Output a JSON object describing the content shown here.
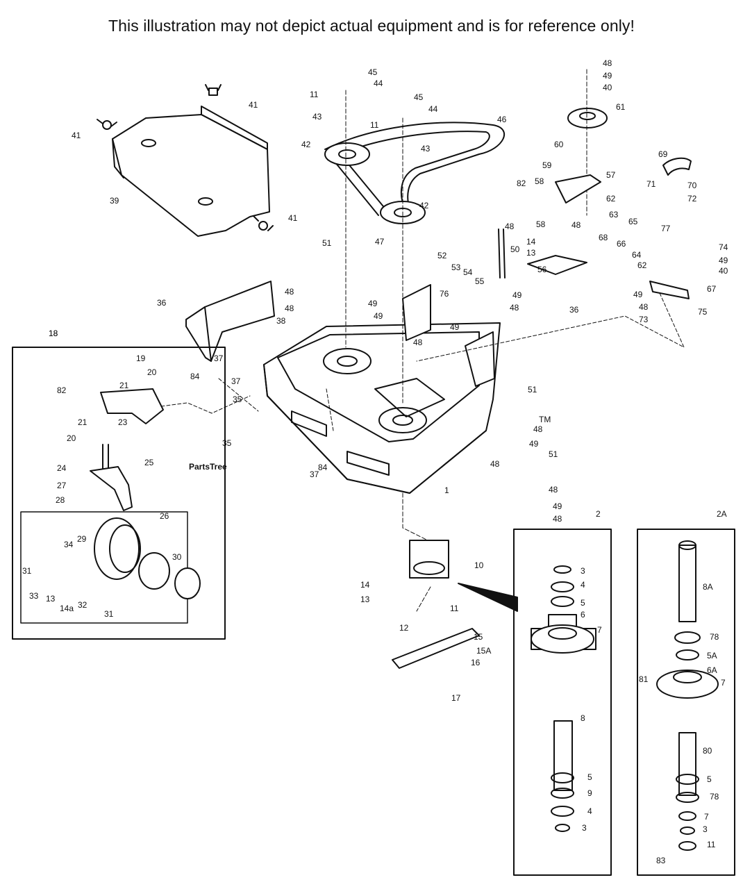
{
  "disclaimer": "This illustration may not depict actual equipment and is for reference only!",
  "watermark": {
    "text": "PartsTree",
    "tm": "TM"
  },
  "insets": {
    "caster": "18",
    "spindle": "2",
    "spindle_alt": "2A"
  },
  "callouts": [
    "41",
    "41",
    "39",
    "41",
    "45",
    "44",
    "11",
    "43",
    "42",
    "45",
    "44",
    "11",
    "43",
    "46",
    "42",
    "48",
    "49",
    "40",
    "61",
    "60",
    "59",
    "57",
    "82",
    "58",
    "62",
    "48",
    "58",
    "69",
    "71",
    "70",
    "72",
    "63",
    "65",
    "77",
    "74",
    "49",
    "40",
    "14",
    "13",
    "56",
    "68",
    "66",
    "64",
    "62",
    "48",
    "50",
    "51",
    "47",
    "52",
    "53",
    "54",
    "55",
    "76",
    "49",
    "48",
    "49",
    "48",
    "49",
    "48",
    "49",
    "48",
    "67",
    "75",
    "49",
    "48",
    "73",
    "36",
    "38",
    "36",
    "37",
    "18",
    "19",
    "20",
    "21",
    "82",
    "84",
    "37",
    "35",
    "23",
    "21",
    "20",
    "35",
    "37",
    "84",
    "1",
    "51",
    "48",
    "49",
    "48",
    "51",
    "48",
    "49",
    "48",
    "24",
    "25",
    "27",
    "28",
    "26",
    "29",
    "30",
    "34",
    "31",
    "33",
    "13",
    "14a",
    "32",
    "31",
    "10",
    "14",
    "13",
    "11",
    "12",
    "15",
    "15A",
    "16",
    "17",
    "3",
    "4",
    "5",
    "6",
    "7",
    "8",
    "5",
    "9",
    "4",
    "3",
    "8A",
    "78",
    "5A",
    "6A",
    "81",
    "7",
    "80",
    "5",
    "78",
    "7",
    "3",
    "11",
    "83"
  ]
}
